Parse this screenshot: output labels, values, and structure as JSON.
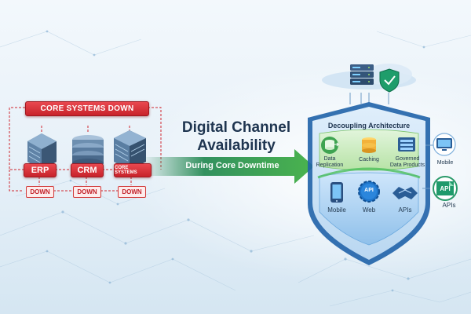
{
  "core": {
    "banner": "CORE SYSTEMS DOWN",
    "systems": [
      {
        "label": "ERP",
        "status": "DOWN"
      },
      {
        "label": "CRM",
        "status": "DOWN"
      },
      {
        "label": "CORE SYSTEMS",
        "status": "DOWN"
      }
    ]
  },
  "center": {
    "title_line1": "Digital Channel",
    "title_line2": "Availability",
    "arrow_label": "During Core Downtime"
  },
  "architecture": {
    "title": "Decoupling Architecture",
    "services": [
      {
        "label": "Data\nReplication",
        "icon": "data-replication-icon"
      },
      {
        "label": "Caching",
        "icon": "cache-icon"
      },
      {
        "label": "Governed\nData Products",
        "icon": "governed-data-icon"
      }
    ],
    "channels": [
      {
        "label": "Mobile",
        "icon": "mobile-phone-icon"
      },
      {
        "label": "Web",
        "icon": "api-gear-icon",
        "badge": "API"
      },
      {
        "label": "APIs",
        "icon": "handshake-icon"
      }
    ]
  },
  "outer": {
    "mobile_label": "Mobile",
    "apis_label": "APIs",
    "apis_badge": "API"
  },
  "colors": {
    "red": "#d0262e",
    "green": "#2e9a4a",
    "shield_blue": "#3a7fc6",
    "navy": "#1f3550"
  }
}
